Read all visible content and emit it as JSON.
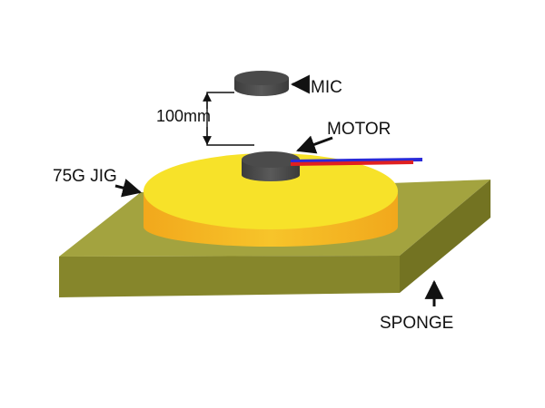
{
  "labels": {
    "mic": "MIC",
    "motor": "MOTOR",
    "distance": "100mm",
    "jig": "75G JIG",
    "sponge": "SPONGE"
  },
  "colors": {
    "sponge_top": "#a3a33f",
    "sponge_front": "#86862b",
    "sponge_side": "#737322",
    "jig_top": "#f7e229",
    "jig_side": "#f2b21f",
    "part_dark": "#444444",
    "wire_red": "#e02020",
    "wire_blue": "#2a2ad8",
    "arrow": "#111111"
  },
  "icons": {
    "mic": "puck-shape",
    "motor": "cylinder-shape",
    "pointer": "arrow-head"
  }
}
